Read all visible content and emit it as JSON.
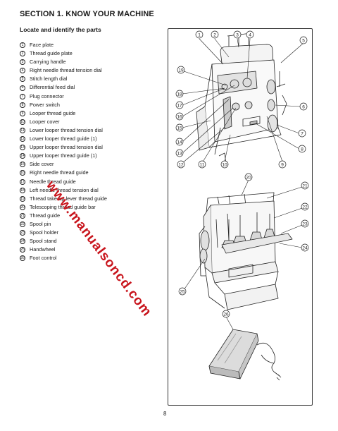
{
  "section_title": "SECTION 1. KNOW YOUR MACHINE",
  "subtitle": "Locate and identify the parts",
  "parts": [
    {
      "num": "1",
      "label": "Face plate"
    },
    {
      "num": "2",
      "label": "Thread guide plate"
    },
    {
      "num": "3",
      "label": "Carrying handle"
    },
    {
      "num": "4",
      "label": "Right needle thread tension dial"
    },
    {
      "num": "5",
      "label": "Stitch length dial"
    },
    {
      "num": "6",
      "label": "Differential feed dial"
    },
    {
      "num": "7",
      "label": "Plug connector"
    },
    {
      "num": "8",
      "label": "Power switch"
    },
    {
      "num": "9",
      "label": "Looper thread guide"
    },
    {
      "num": "10",
      "label": "Looper cover"
    },
    {
      "num": "11",
      "label": "Lower looper thread tension dial"
    },
    {
      "num": "12",
      "label": "Lower looper thread guide (1)"
    },
    {
      "num": "13",
      "label": "Upper looper thread tension dial"
    },
    {
      "num": "14",
      "label": "Upper looper thread guide (1)"
    },
    {
      "num": "15",
      "label": "Side cover"
    },
    {
      "num": "16",
      "label": "Right needle thread guide"
    },
    {
      "num": "17",
      "label": "Needle thread guide"
    },
    {
      "num": "18",
      "label": "Left needle thread tension dial"
    },
    {
      "num": "19",
      "label": "Thread take-up lever thread guide"
    },
    {
      "num": "20",
      "label": "Telescoping thread guide bar"
    },
    {
      "num": "21",
      "label": "Thread guide"
    },
    {
      "num": "22",
      "label": "Spool pin"
    },
    {
      "num": "23",
      "label": "Spool holder"
    },
    {
      "num": "24",
      "label": "Spool stand"
    },
    {
      "num": "25",
      "label": "Handwheel"
    },
    {
      "num": "26",
      "label": "Foot control"
    }
  ],
  "callouts": {
    "c1": "1",
    "c2": "2",
    "c3": "3",
    "c4": "4",
    "c5": "5",
    "c6": "6",
    "c7": "7",
    "c8": "8",
    "c9": "9",
    "c10": "10",
    "c11": "11",
    "c12": "12",
    "c13": "13",
    "c14": "14",
    "c15": "15",
    "c16": "16",
    "c17": "17",
    "c18": "18",
    "c19": "19",
    "c20": "20",
    "c21": "21",
    "c22": "22",
    "c23": "23",
    "c24": "24",
    "c25": "25",
    "c26": "26"
  },
  "watermark": "www.manualsoncd.com",
  "page_number": "8",
  "colors": {
    "text": "#1a1a1a",
    "watermark": "#c8141c"
  }
}
